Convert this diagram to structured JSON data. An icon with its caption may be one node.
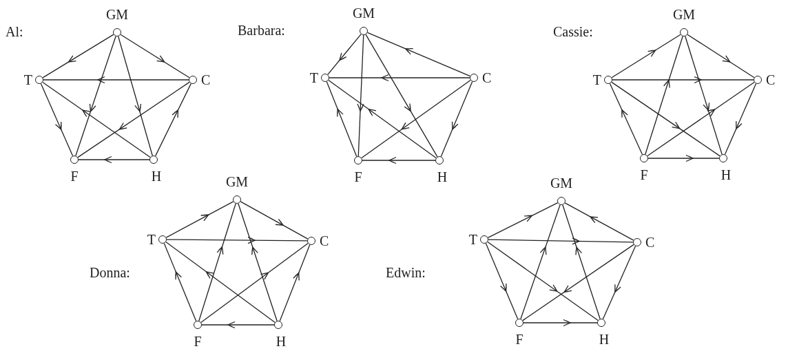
{
  "diagram": {
    "nodes": [
      {
        "text": [],
        "shape": "circle",
        "beside": [
          "GM"
        ]
      },
      {
        "text": [],
        "shape": "circle",
        "beside": [
          "T"
        ]
      },
      {
        "text": [],
        "shape": "circle",
        "beside": [
          "C"
        ]
      },
      {
        "text": [],
        "shape": "circle",
        "beside": [
          "F"
        ]
      },
      {
        "text": [],
        "shape": "circle",
        "beside": [
          "H"
        ]
      },
      {
        "text": [],
        "shape": "circle",
        "beside": [
          "GM"
        ]
      },
      {
        "text": [],
        "shape": "circle",
        "beside": [
          "T"
        ]
      },
      {
        "text": [],
        "shape": "circle",
        "beside": [
          "C"
        ]
      },
      {
        "text": [],
        "shape": "circle",
        "beside": [
          "F"
        ]
      },
      {
        "text": [],
        "shape": "circle",
        "beside": [
          "H"
        ]
      },
      {
        "text": [],
        "shape": "circle",
        "beside": [
          "GM"
        ]
      },
      {
        "text": [],
        "shape": "circle",
        "beside": [
          "T"
        ]
      },
      {
        "text": [],
        "shape": "circle",
        "beside": [
          "C"
        ]
      },
      {
        "text": [],
        "shape": "circle",
        "beside": [
          "F"
        ]
      },
      {
        "text": [],
        "shape": "circle",
        "beside": [
          "H"
        ]
      },
      {
        "text": [],
        "shape": "circle",
        "beside": [
          "GM"
        ]
      },
      {
        "text": [],
        "shape": "circle",
        "beside": [
          "T"
        ]
      },
      {
        "text": [],
        "shape": "circle",
        "beside": [
          "C"
        ]
      },
      {
        "text": [],
        "shape": "circle",
        "beside": [
          "F"
        ]
      },
      {
        "text": [],
        "shape": "circle",
        "beside": [
          "H"
        ]
      },
      {
        "text": [],
        "shape": "circle",
        "beside": [
          "GM"
        ]
      },
      {
        "text": [],
        "shape": "circle",
        "beside": [
          "T"
        ]
      },
      {
        "text": [],
        "shape": "circle",
        "beside": [
          "C"
        ]
      },
      {
        "text": [],
        "shape": "circle",
        "beside": [
          "F"
        ]
      },
      {
        "text": [],
        "shape": "circle",
        "beside": [
          "H"
        ]
      }
    ],
    "edges": [
      {
        "from": 0,
        "to": 1,
        "arrow": "to"
      },
      {
        "from": 0,
        "to": 3,
        "arrow": "to"
      },
      {
        "from": 0,
        "to": 4,
        "arrow": "to"
      },
      {
        "from": 0,
        "to": 2,
        "arrow": "to"
      },
      {
        "from": 2,
        "to": 1,
        "arrow": "to"
      },
      {
        "from": 4,
        "to": 1,
        "arrow": "to"
      },
      {
        "from": 1,
        "to": 3,
        "arrow": "to"
      },
      {
        "from": 2,
        "to": 3,
        "arrow": "to"
      },
      {
        "from": 4,
        "to": 3,
        "arrow": "to"
      },
      {
        "from": 4,
        "to": 2,
        "arrow": "to"
      },
      {
        "from": 5,
        "to": 6,
        "arrow": "to"
      },
      {
        "from": 5,
        "to": 8,
        "arrow": "to"
      },
      {
        "from": 5,
        "to": 9,
        "arrow": "to"
      },
      {
        "from": 7,
        "to": 5,
        "arrow": "to"
      },
      {
        "from": 7,
        "to": 6,
        "arrow": "to"
      },
      {
        "from": 9,
        "to": 6,
        "arrow": "to"
      },
      {
        "from": 8,
        "to": 6,
        "arrow": "to"
      },
      {
        "from": 7,
        "to": 8,
        "arrow": "to"
      },
      {
        "from": 9,
        "to": 8,
        "arrow": "to"
      },
      {
        "from": 7,
        "to": 9,
        "arrow": "to"
      },
      {
        "from": 11,
        "to": 10,
        "arrow": "to"
      },
      {
        "from": 13,
        "to": 10,
        "arrow": "to"
      },
      {
        "from": 10,
        "to": 14,
        "arrow": "to"
      },
      {
        "from": 10,
        "to": 12,
        "arrow": "to"
      },
      {
        "from": 11,
        "to": 12,
        "arrow": "to"
      },
      {
        "from": 11,
        "to": 14,
        "arrow": "to"
      },
      {
        "from": 13,
        "to": 11,
        "arrow": "to"
      },
      {
        "from": 13,
        "to": 12,
        "arrow": "to"
      },
      {
        "from": 13,
        "to": 14,
        "arrow": "to"
      },
      {
        "from": 12,
        "to": 14,
        "arrow": "to"
      },
      {
        "from": 16,
        "to": 15,
        "arrow": "to"
      },
      {
        "from": 18,
        "to": 15,
        "arrow": "to"
      },
      {
        "from": 19,
        "to": 15,
        "arrow": "to"
      },
      {
        "from": 15,
        "to": 17,
        "arrow": "to"
      },
      {
        "from": 16,
        "to": 17,
        "arrow": "to"
      },
      {
        "from": 19,
        "to": 16,
        "arrow": "to"
      },
      {
        "from": 18,
        "to": 16,
        "arrow": "to"
      },
      {
        "from": 18,
        "to": 17,
        "arrow": "to"
      },
      {
        "from": 19,
        "to": 18,
        "arrow": "to"
      },
      {
        "from": 19,
        "to": 17,
        "arrow": "to"
      },
      {
        "from": 21,
        "to": 20,
        "arrow": "to"
      },
      {
        "from": 23,
        "to": 20,
        "arrow": "to"
      },
      {
        "from": 24,
        "to": 20,
        "arrow": "to"
      },
      {
        "from": 22,
        "to": 20,
        "arrow": "to"
      },
      {
        "from": 21,
        "to": 22,
        "arrow": "to"
      },
      {
        "from": 21,
        "to": 24,
        "arrow": "to"
      },
      {
        "from": 21,
        "to": 23,
        "arrow": "to"
      },
      {
        "from": 22,
        "to": 23,
        "arrow": "to"
      },
      {
        "from": 23,
        "to": 24,
        "arrow": "to"
      },
      {
        "from": 22,
        "to": 24,
        "arrow": "to"
      }
    ],
    "labels": [
      "Al:",
      "Barbara:",
      "Cassie:",
      "Donna:",
      "Edwin:"
    ]
  }
}
